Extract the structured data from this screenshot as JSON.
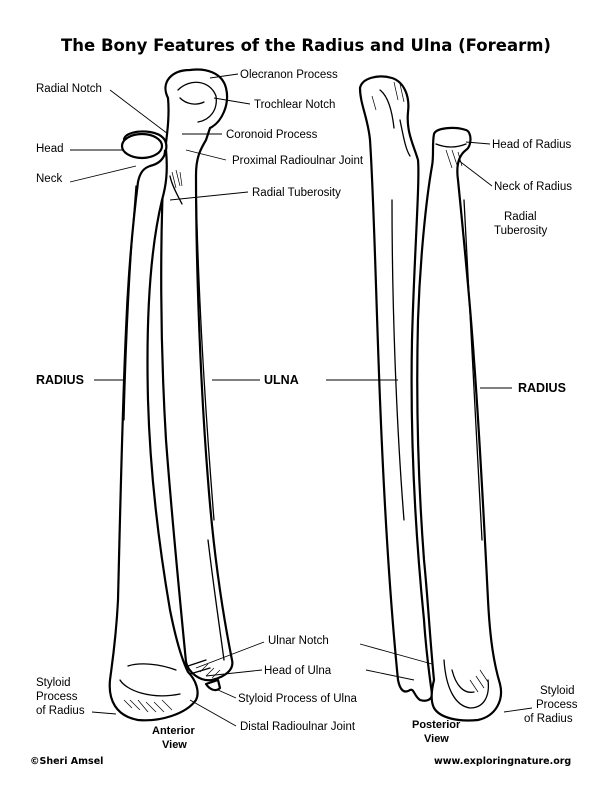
{
  "title": "The Bony Features of the Radius and Ulna (Forearm)",
  "anterior": {
    "view_line1": "Anterior",
    "view_line2": "View",
    "labels": {
      "radial_notch": "Radial Notch",
      "olecranon_process": "Olecranon Process",
      "trochlear_notch": "Trochlear Notch",
      "coronoid_process": "Coronoid Process",
      "proximal_radioulnar_joint": "Proximal Radioulnar Joint",
      "radial_tuberosity": "Radial Tuberosity",
      "head": "Head",
      "neck": "Neck",
      "radius": "RADIUS",
      "ulna": "ULNA",
      "ulnar_notch": "Ulnar Notch",
      "head_of_ulna": "Head of Ulna",
      "styloid_process_of_ulna": "Styloid Process of Ulna",
      "distal_radioulnar_joint": "Distal Radioulnar Joint",
      "styloid_radius_1": "Styloid",
      "styloid_radius_2": "Process",
      "styloid_radius_3": "of Radius"
    }
  },
  "posterior": {
    "view_line1": "Posterior",
    "view_line2": "View",
    "labels": {
      "head_of_radius": "Head of Radius",
      "neck_of_radius": "Neck of Radius",
      "radial_tuberosity_1": "Radial",
      "radial_tuberosity_2": "Tuberosity",
      "radius": "RADIUS",
      "styloid_radius_1": "Styloid",
      "styloid_radius_2": "Process",
      "styloid_radius_3": "of Radius"
    }
  },
  "footer": {
    "copyright": "©Sheri Amsel",
    "website": "www.exploringnature.org"
  }
}
